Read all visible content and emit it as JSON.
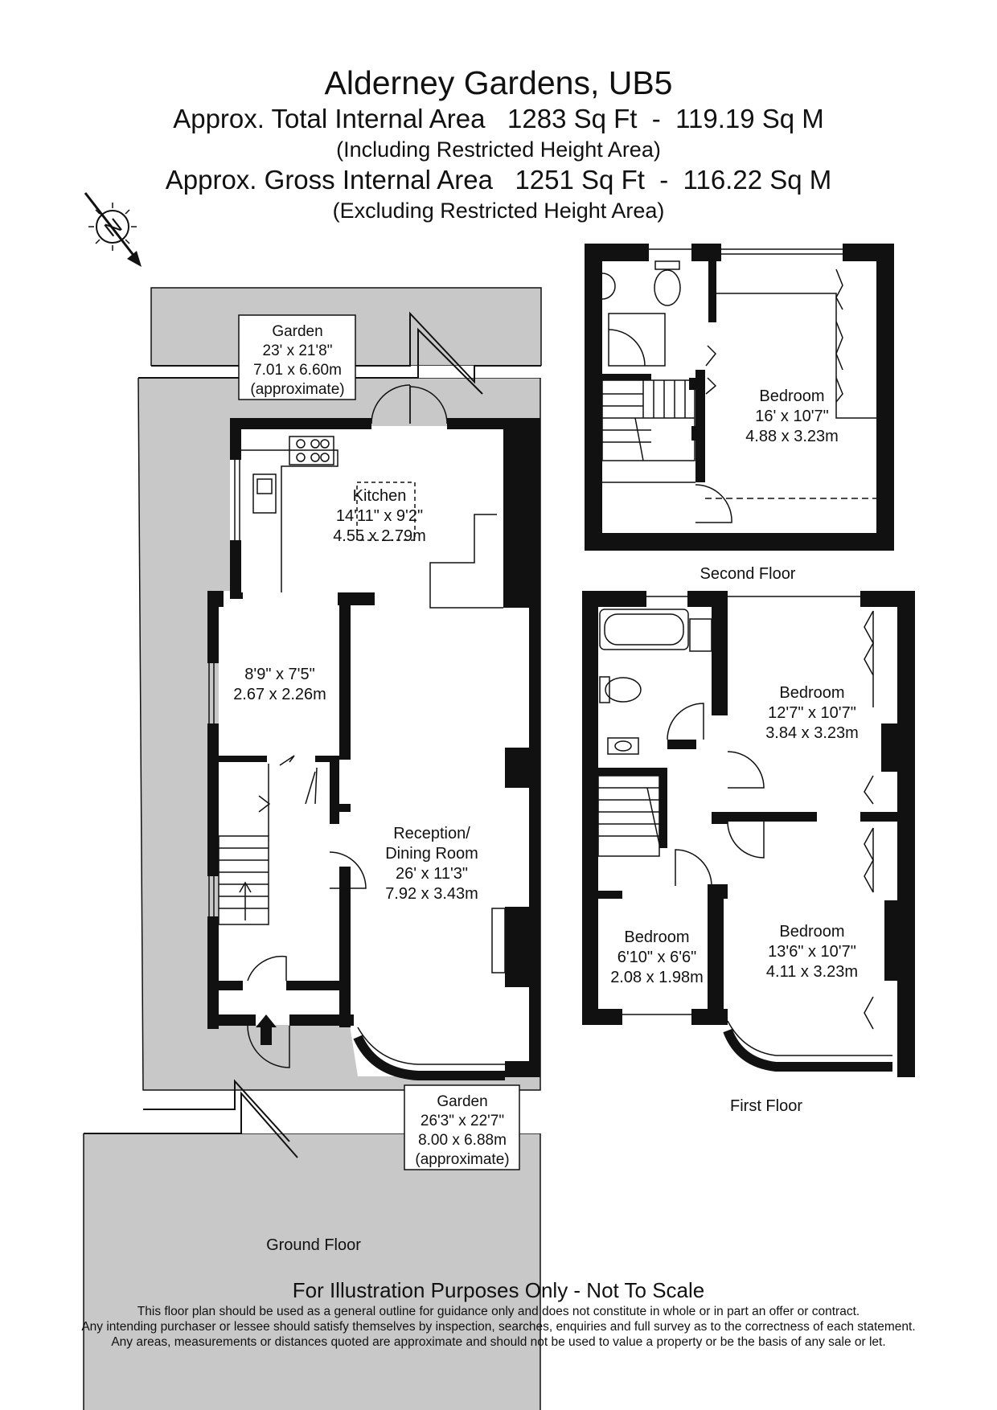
{
  "header": {
    "title": "Alderney Gardens, UB5",
    "total_area": "Approx. Total Internal Area   1283 Sq Ft  -  119.19 Sq M",
    "total_area_note": "(Including Restricted Height Area)",
    "gross_area": "Approx. Gross Internal Area   1251 Sq Ft  -  116.22 Sq M",
    "gross_area_note": "(Excluding Restricted Height Area)"
  },
  "compass": {
    "letter": "N"
  },
  "floors": {
    "ground": "Ground Floor",
    "first": "First Floor",
    "second": "Second Floor"
  },
  "rooms": {
    "garden_rear": {
      "name": "Garden",
      "dims_imperial": "23' x 21'8\"",
      "dims_metric": "7.01 x 6.60m",
      "note": "(approximate)"
    },
    "garden_front": {
      "name": "Garden",
      "dims_imperial": "26'3\" x 22'7\"",
      "dims_metric": "8.00 x 6.88m",
      "note": "(approximate)"
    },
    "kitchen": {
      "name": "Kitchen",
      "dims_imperial": "14'11\" x 9'2\"",
      "dims_metric": "4.55 x 2.79m"
    },
    "utility": {
      "dims_imperial": "8'9\" x 7'5\"",
      "dims_metric": "2.67 x 2.26m"
    },
    "reception": {
      "name_1": "Reception/",
      "name_2": "Dining Room",
      "dims_imperial": "26' x 11'3\"",
      "dims_metric": "7.92 x 3.43m"
    },
    "bedroom_second": {
      "name": "Bedroom",
      "dims_imperial": "16' x 10'7\"",
      "dims_metric": "4.88 x 3.23m"
    },
    "bedroom_first_rear": {
      "name": "Bedroom",
      "dims_imperial": "12'7\" x 10'7\"",
      "dims_metric": "3.84 x 3.23m"
    },
    "bedroom_first_small": {
      "name": "Bedroom",
      "dims_imperial": "6'10\" x 6'6\"",
      "dims_metric": "2.08 x 1.98m"
    },
    "bedroom_first_front": {
      "name": "Bedroom",
      "dims_imperial": "13'6\" x 10'7\"",
      "dims_metric": "4.11 x 3.23m"
    }
  },
  "footer": {
    "scale_note": "For Illustration Purposes Only - Not To Scale",
    "disclaimer_1": "This floor plan should be used as a general outline for guidance only and does not constitute in whole or in part an offer or contract.",
    "disclaimer_2": "Any intending purchaser or lessee should satisfy themselves by inspection, searches, enquiries and full survey as to the correctness of each statement.",
    "disclaimer_3": "Any areas, measurements or distances quoted are approximate and should not be used to value a property or be the basis of any sale or let."
  },
  "colors": {
    "wall": "#111111",
    "garden": "#c8c8c8",
    "background": "#ffffff"
  }
}
